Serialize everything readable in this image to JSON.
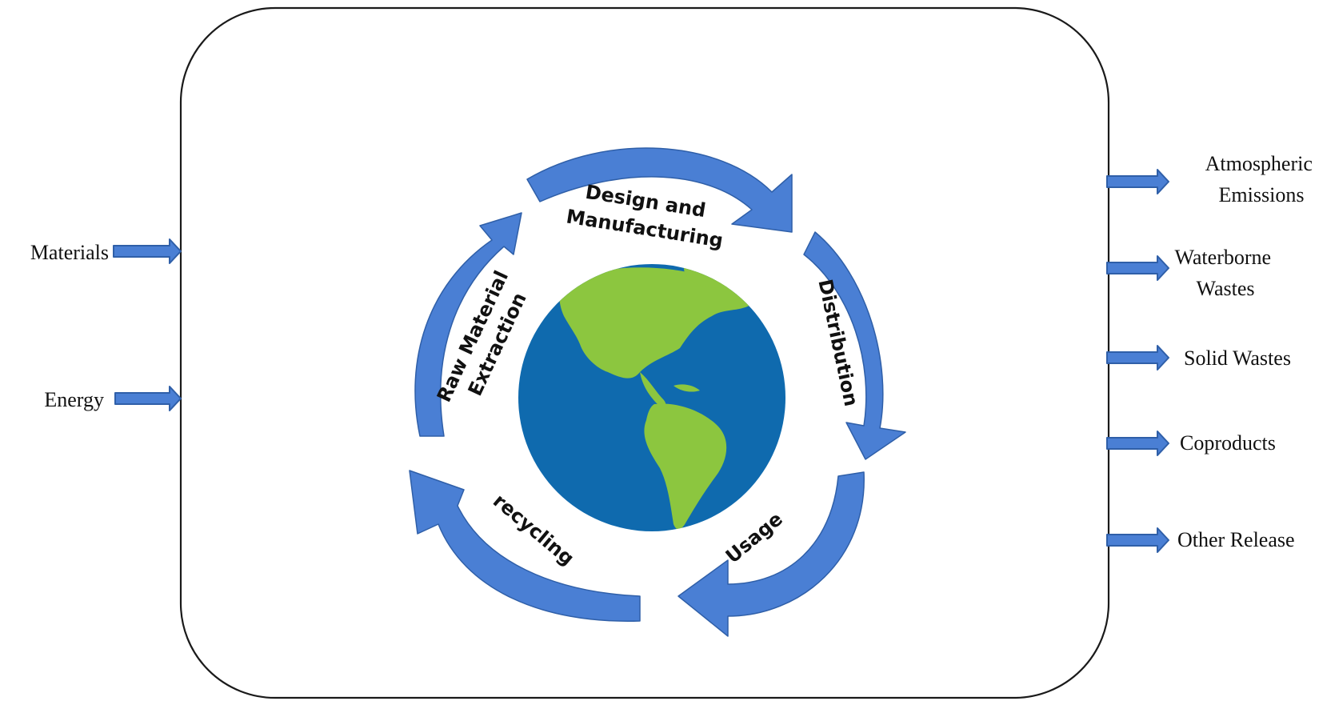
{
  "colors": {
    "arrow": "#4a7fd4",
    "arrow_edge": "#2f5fa8",
    "ocean": "#0f6aae",
    "land": "#8cc63f",
    "frame": "#1a1a1a"
  },
  "inputs": [
    {
      "label": "Materials"
    },
    {
      "label": "Energy"
    }
  ],
  "outputs": [
    {
      "lines": [
        "Atmospheric",
        "Emissions"
      ]
    },
    {
      "lines": [
        "Waterborne",
        "Wastes"
      ]
    },
    {
      "lines": [
        "Solid Wastes"
      ]
    },
    {
      "lines": [
        "Coproducts"
      ]
    },
    {
      "lines": [
        "Other Release"
      ]
    }
  ],
  "cycle": {
    "center_icon": "earth-globe-icon",
    "stages": [
      {
        "lines": [
          "Design and",
          "Manufacturing"
        ]
      },
      {
        "lines": [
          "Distribution"
        ]
      },
      {
        "lines": [
          "Usage"
        ]
      },
      {
        "lines": [
          "recycling"
        ]
      },
      {
        "lines": [
          "Raw Material",
          "Extraction"
        ]
      }
    ]
  }
}
